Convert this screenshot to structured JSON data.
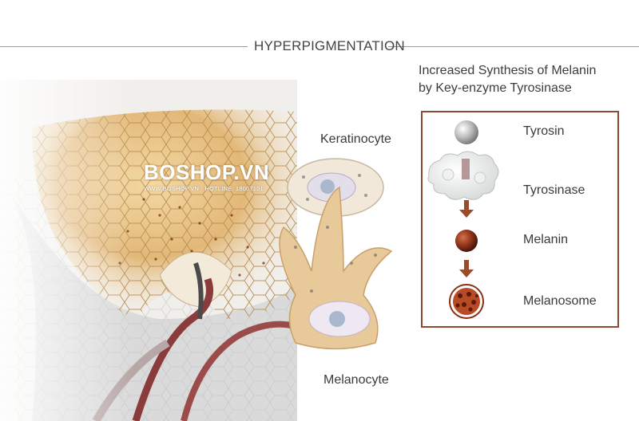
{
  "header": {
    "title": "HYPERPIGMENTATION"
  },
  "watermark": {
    "brand": "BOSHOP.VN",
    "subline": "WWW.BOSHOP.VN - HOTLINE: 18007101"
  },
  "diagram": {
    "cell_labels": {
      "keratinocyte": "Keratinocyte",
      "melanocyte": "Melanocyte"
    },
    "subtitle_line1": "Increased Synthesis of Melanin",
    "subtitle_line2": "by Key-enzyme Tyrosinase",
    "legend": [
      {
        "label": "Tyrosin",
        "icon": "tyrosin-sphere-icon"
      },
      {
        "label": "Tyrosinase",
        "icon": "tyrosinase-enzyme-icon"
      },
      {
        "label": "Melanin",
        "icon": "melanin-sphere-icon"
      },
      {
        "label": "Melanosome",
        "icon": "melanosome-icon"
      }
    ]
  },
  "colors": {
    "frame": "#8c4a33",
    "arrow": "#9b4a2c",
    "skin": "#e6c184",
    "melanin": "#7a2a10"
  }
}
